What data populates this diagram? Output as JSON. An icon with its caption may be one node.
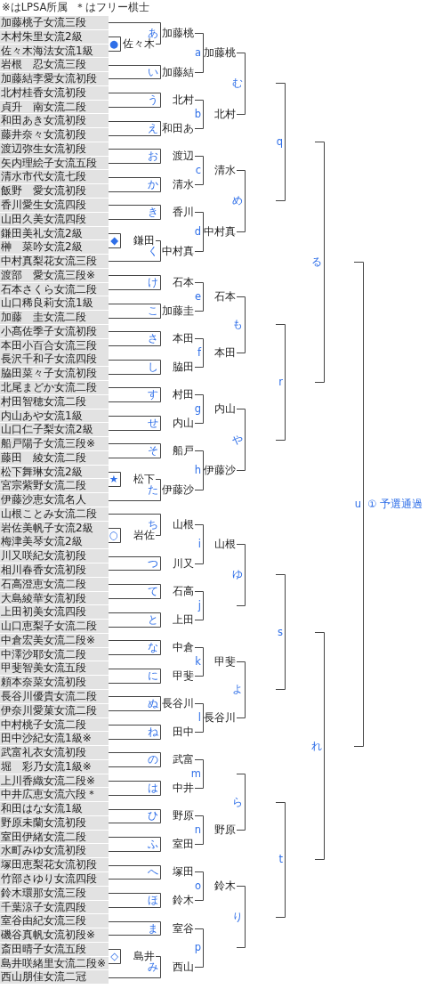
{
  "diagram": {
    "nodes": [
      {
        "text": [
          "加藤桃子女流三段"
        ]
      },
      {
        "text": [
          "木村朱里女流2級"
        ]
      },
      {
        "text": [
          "佐々木海法女流1級"
        ]
      },
      {
        "text": [
          "岩根　忍女流三段"
        ]
      },
      {
        "text": [
          "加藤結李愛女流初段"
        ]
      },
      {
        "text": [
          "北村桂香女流初段"
        ]
      },
      {
        "text": [
          "貞升　南女流二段"
        ]
      },
      {
        "text": [
          "和田あき女流初段"
        ]
      },
      {
        "text": [
          "藤井奈々女流初段"
        ]
      },
      {
        "text": [
          "渡辺弥生女流初段"
        ]
      },
      {
        "text": [
          "矢内理絵子女流五段"
        ]
      },
      {
        "text": [
          "清水市代女流七段"
        ]
      },
      {
        "text": [
          "飯野　愛女流初段"
        ]
      },
      {
        "text": [
          "香川愛生女流四段"
        ]
      },
      {
        "text": [
          "山田久美女流四段"
        ]
      },
      {
        "text": [
          "鎌田美礼女流2級"
        ]
      },
      {
        "text": [
          "榊　菜吟女流2級"
        ]
      },
      {
        "text": [
          "中村真梨花女流三段"
        ]
      },
      {
        "text": [
          "渡部　愛女流三段※"
        ]
      },
      {
        "text": [
          "石本さくら女流二段"
        ]
      },
      {
        "text": [
          "山口稀良莉女流1級"
        ]
      },
      {
        "text": [
          "加藤　圭女流二段"
        ]
      },
      {
        "text": [
          "小髙佐季子女流初段"
        ]
      },
      {
        "text": [
          "本田小百合女流三段"
        ]
      },
      {
        "text": [
          "長沢千和子女流四段"
        ]
      },
      {
        "text": [
          "脇田菜々子女流初段"
        ]
      },
      {
        "text": [
          "北尾まどか女流二段"
        ]
      },
      {
        "text": [
          "村田智穂女流二段"
        ]
      },
      {
        "text": [
          "内山あや女流1級"
        ]
      },
      {
        "text": [
          "山口仁子梨女流2級"
        ]
      },
      {
        "text": [
          "船戸陽子女流三段※"
        ]
      },
      {
        "text": [
          "藤田　綾女流二段"
        ]
      },
      {
        "text": [
          "松下舞琳女流2級"
        ]
      },
      {
        "text": [
          "宮宗紫野女流二段"
        ]
      },
      {
        "text": [
          "伊藤沙恵女流名人"
        ]
      },
      {
        "text": [
          "山根ことみ女流二段"
        ]
      },
      {
        "text": [
          "岩佐美帆子女流2級"
        ]
      },
      {
        "text": [
          "梅津美琴女流2級"
        ]
      },
      {
        "text": [
          "川又咲紀女流初段"
        ]
      },
      {
        "text": [
          "相川春香女流初段"
        ]
      },
      {
        "text": [
          "石高澄恵女流二段"
        ]
      },
      {
        "text": [
          "大島綾華女流初段"
        ]
      },
      {
        "text": [
          "上田初美女流四段"
        ]
      },
      {
        "text": [
          "山口恵梨子女流二段"
        ]
      },
      {
        "text": [
          "中倉宏美女流二段※"
        ]
      },
      {
        "text": [
          "中澤沙耶女流二段"
        ]
      },
      {
        "text": [
          "甲斐智美女流五段"
        ]
      },
      {
        "text": [
          "頼本奈菜女流初段"
        ]
      },
      {
        "text": [
          "長谷川優貴女流二段"
        ]
      },
      {
        "text": [
          "伊奈川愛菓女流二段"
        ]
      },
      {
        "text": [
          "中村桃子女流二段"
        ]
      },
      {
        "text": [
          "田中沙紀女流1級※"
        ]
      },
      {
        "text": [
          "武富礼衣女流初段"
        ]
      },
      {
        "text": [
          "堀　彩乃女流1級※"
        ]
      },
      {
        "text": [
          "上川香織女流二段※"
        ]
      },
      {
        "text": [
          "中井広恵女流六段＊"
        ]
      },
      {
        "text": [
          "和田はな女流1級"
        ]
      },
      {
        "text": [
          "野原未蘭女流初段"
        ]
      },
      {
        "text": [
          "室田伊緒女流二段"
        ]
      },
      {
        "text": [
          "水町みゆ女流初段"
        ]
      },
      {
        "text": [
          "塚田恵梨花女流初段"
        ]
      },
      {
        "text": [
          "竹部さゆり女流四段"
        ]
      },
      {
        "text": [
          "鈴木環那女流三段"
        ]
      },
      {
        "text": [
          "千葉涼子女流四段"
        ]
      },
      {
        "text": [
          "室谷由紀女流三段"
        ]
      },
      {
        "text": [
          "磯谷真帆女流初段※"
        ]
      },
      {
        "text": [
          "斎田晴子女流五段"
        ]
      },
      {
        "text": [
          "島井咲緒里女流二段※"
        ]
      },
      {
        "text": [
          "西山朋佳女流二冠"
        ]
      },
      {
        "text": [
          "佐々木"
        ]
      },
      {
        "text": [
          "鎌田"
        ]
      },
      {
        "text": [
          "松下"
        ]
      },
      {
        "text": [
          "岩佐"
        ]
      },
      {
        "text": [
          "島井"
        ]
      },
      {
        "text": [
          "加藤桃"
        ]
      },
      {
        "text": [
          "加藤結"
        ]
      },
      {
        "text": [
          "北村"
        ]
      },
      {
        "text": [
          "和田あ"
        ]
      },
      {
        "text": [
          "渡辺"
        ]
      },
      {
        "text": [
          "清水"
        ]
      },
      {
        "text": [
          "香川"
        ]
      },
      {
        "text": [
          "中村真"
        ]
      },
      {
        "text": [
          "石本"
        ]
      },
      {
        "text": [
          "加藤圭"
        ]
      },
      {
        "text": [
          "本田"
        ]
      },
      {
        "text": [
          "脇田"
        ]
      },
      {
        "text": [
          "村田"
        ]
      },
      {
        "text": [
          "内山"
        ]
      },
      {
        "text": [
          "船戸"
        ]
      },
      {
        "text": [
          "伊藤沙"
        ]
      },
      {
        "text": [
          "山根"
        ]
      },
      {
        "text": [
          "川又"
        ]
      },
      {
        "text": [
          "石高"
        ]
      },
      {
        "text": [
          "上田"
        ]
      },
      {
        "text": [
          "中倉"
        ]
      },
      {
        "text": [
          "甲斐"
        ]
      },
      {
        "text": [
          "長谷川"
        ]
      },
      {
        "text": [
          "田中"
        ]
      },
      {
        "text": [
          "武富"
        ]
      },
      {
        "text": [
          "中井"
        ]
      },
      {
        "text": [
          "野原"
        ]
      },
      {
        "text": [
          "室田"
        ]
      },
      {
        "text": [
          "塚田"
        ]
      },
      {
        "text": [
          "鈴木"
        ]
      },
      {
        "text": [
          "室谷"
        ]
      },
      {
        "text": [
          "西山"
        ]
      },
      {
        "text": [
          "加藤桃"
        ]
      },
      {
        "text": [
          "北村"
        ]
      },
      {
        "text": [
          "清水"
        ]
      },
      {
        "text": [
          "中村真"
        ]
      },
      {
        "text": [
          "石本"
        ]
      },
      {
        "text": [
          "本田"
        ]
      },
      {
        "text": [
          "内山"
        ]
      },
      {
        "text": [
          "伊藤沙"
        ]
      },
      {
        "text": [
          "山根"
        ]
      },
      {
        "text": [
          "甲斐"
        ]
      },
      {
        "text": [
          "長谷川"
        ]
      },
      {
        "text": [
          "野原"
        ]
      },
      {
        "text": [
          "鈴木"
        ]
      }
    ],
    "edges": [
      {
        "from": 1,
        "to": 2,
        "arrow": "none",
        "label": "●"
      },
      {
        "from": 15,
        "to": 16,
        "arrow": "none",
        "label": "◆"
      },
      {
        "from": 32,
        "to": 33,
        "arrow": "none",
        "label": "★"
      },
      {
        "from": 36,
        "to": 37,
        "arrow": "none",
        "label": "○"
      },
      {
        "from": 66,
        "to": 67,
        "arrow": "none",
        "label": "◇"
      },
      {
        "from": 0,
        "to": 69,
        "arrow": "none",
        "label": "あ"
      },
      {
        "from": 3,
        "to": 4,
        "arrow": "none",
        "label": "い"
      },
      {
        "from": 5,
        "to": 6,
        "arrow": "none",
        "label": "う"
      },
      {
        "from": 7,
        "to": 8,
        "arrow": "none",
        "label": "え"
      },
      {
        "from": 9,
        "to": 10,
        "arrow": "none",
        "label": "お"
      },
      {
        "from": 11,
        "to": 12,
        "arrow": "none",
        "label": "か"
      },
      {
        "from": 13,
        "to": 14,
        "arrow": "none",
        "label": "き"
      },
      {
        "from": 70,
        "to": 17,
        "arrow": "none",
        "label": "く"
      },
      {
        "from": 18,
        "to": 19,
        "arrow": "none",
        "label": "け"
      },
      {
        "from": 20,
        "to": 21,
        "arrow": "none",
        "label": "こ"
      },
      {
        "from": 22,
        "to": 23,
        "arrow": "none",
        "label": "さ"
      },
      {
        "from": 24,
        "to": 25,
        "arrow": "none",
        "label": "し"
      },
      {
        "from": 26,
        "to": 27,
        "arrow": "none",
        "label": "す"
      },
      {
        "from": 28,
        "to": 29,
        "arrow": "none",
        "label": "せ"
      },
      {
        "from": 30,
        "to": 31,
        "arrow": "none",
        "label": "そ"
      },
      {
        "from": 71,
        "to": 34,
        "arrow": "none",
        "label": "た"
      },
      {
        "from": 35,
        "to": 72,
        "arrow": "none",
        "label": "ち"
      },
      {
        "from": 38,
        "to": 39,
        "arrow": "none",
        "label": "つ"
      },
      {
        "from": 40,
        "to": 41,
        "arrow": "none",
        "label": "て"
      },
      {
        "from": 42,
        "to": 43,
        "arrow": "none",
        "label": "と"
      },
      {
        "from": 44,
        "to": 45,
        "arrow": "none",
        "label": "な"
      },
      {
        "from": 46,
        "to": 47,
        "arrow": "none",
        "label": "に"
      },
      {
        "from": 48,
        "to": 49,
        "arrow": "none",
        "label": "ぬ"
      },
      {
        "from": 50,
        "to": 51,
        "arrow": "none",
        "label": "ね"
      },
      {
        "from": 52,
        "to": 53,
        "arrow": "none",
        "label": "の"
      },
      {
        "from": 54,
        "to": 55,
        "arrow": "none",
        "label": "は"
      },
      {
        "from": 56,
        "to": 57,
        "arrow": "none",
        "label": "ひ"
      },
      {
        "from": 58,
        "to": 59,
        "arrow": "none",
        "label": "ふ"
      },
      {
        "from": 60,
        "to": 61,
        "arrow": "none",
        "label": "へ"
      },
      {
        "from": 62,
        "to": 63,
        "arrow": "none",
        "label": "ほ"
      },
      {
        "from": 64,
        "to": 65,
        "arrow": "none",
        "label": "ま"
      },
      {
        "from": 73,
        "to": 68,
        "arrow": "none",
        "label": "み"
      },
      {
        "from": 74,
        "to": 75,
        "arrow": "none",
        "label": "a"
      },
      {
        "from": 76,
        "to": 77,
        "arrow": "none",
        "label": "b"
      },
      {
        "from": 78,
        "to": 79,
        "arrow": "none",
        "label": "c"
      },
      {
        "from": 80,
        "to": 81,
        "arrow": "none",
        "label": "d"
      },
      {
        "from": 82,
        "to": 83,
        "arrow": "none",
        "label": "e"
      },
      {
        "from": 84,
        "to": 85,
        "arrow": "none",
        "label": "f"
      },
      {
        "from": 86,
        "to": 87,
        "arrow": "none",
        "label": "g"
      },
      {
        "from": 88,
        "to": 89,
        "arrow": "none",
        "label": "h"
      },
      {
        "from": 90,
        "to": 91,
        "arrow": "none",
        "label": "i"
      },
      {
        "from": 92,
        "to": 93,
        "arrow": "none",
        "label": "j"
      },
      {
        "from": 94,
        "to": 95,
        "arrow": "none",
        "label": "k"
      },
      {
        "from": 96,
        "to": 97,
        "arrow": "none",
        "label": "l"
      },
      {
        "from": 98,
        "to": 99,
        "arrow": "none",
        "label": "m"
      },
      {
        "from": 100,
        "to": 101,
        "arrow": "none",
        "label": "n"
      },
      {
        "from": 102,
        "to": 103,
        "arrow": "none",
        "label": "o"
      },
      {
        "from": 104,
        "to": 105,
        "arrow": "none",
        "label": "p"
      },
      {
        "from": 106,
        "to": 107,
        "arrow": "none",
        "label": "む"
      },
      {
        "from": 108,
        "to": 109,
        "arrow": "none",
        "label": "め"
      },
      {
        "from": 110,
        "to": 111,
        "arrow": "none",
        "label": "も"
      },
      {
        "from": 112,
        "to": 113,
        "arrow": "none",
        "label": "や"
      },
      {
        "from": 114,
        "to": null,
        "arrow": "none",
        "label": "ゆ"
      },
      {
        "from": 115,
        "to": 116,
        "arrow": "none",
        "label": "よ"
      },
      {
        "from": null,
        "to": 117,
        "arrow": "none",
        "label": "ら"
      },
      {
        "from": 118,
        "to": null,
        "arrow": "none",
        "label": "り"
      }
    ],
    "labels": [
      "※はLPSA所属",
      "＊はフリー棋士",
      "q",
      "r",
      "s",
      "t",
      "る",
      "れ",
      "u",
      "① 予選通過"
    ]
  }
}
